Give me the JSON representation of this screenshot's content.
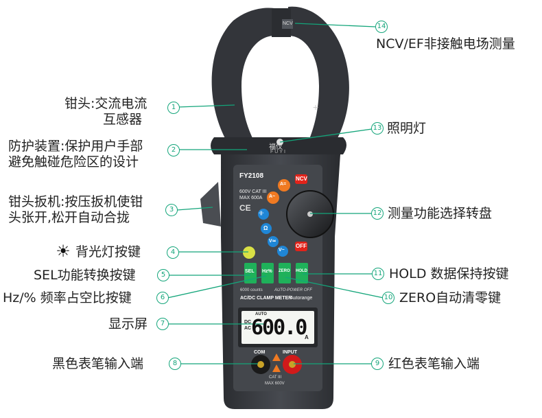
{
  "labels": [
    {
      "n": "1",
      "lines": [
        "钳头:交流电流",
        "互感器"
      ]
    },
    {
      "n": "2",
      "lines": [
        "防护装置:保护用户手部",
        "避免触碰危险区的设计"
      ]
    },
    {
      "n": "3",
      "lines": [
        "钳头扳机:按压扳机使钳",
        "头张开,松开自动合拢"
      ]
    },
    {
      "n": "4",
      "lines": [
        "背光灯按键"
      ]
    },
    {
      "n": "5",
      "lines": [
        "SEL功能转换按键"
      ]
    },
    {
      "n": "6",
      "lines": [
        "Hz/% 频率占空比按键"
      ]
    },
    {
      "n": "7",
      "lines": [
        "显示屏"
      ]
    },
    {
      "n": "8",
      "lines": [
        "黑色表笔输入端"
      ]
    },
    {
      "n": "9",
      "lines": [
        "红色表笔输入端"
      ]
    },
    {
      "n": "10",
      "lines": [
        "ZERO自动清零键"
      ]
    },
    {
      "n": "11",
      "lines": [
        "HOLD 数据保持按键"
      ]
    },
    {
      "n": "12",
      "lines": [
        "测量功能选择转盘"
      ]
    },
    {
      "n": "13",
      "lines": [
        "照明灯"
      ]
    },
    {
      "n": "14",
      "lines": [
        "NCV/EF非接触电场测量"
      ]
    }
  ],
  "device": {
    "brand_cn": "福仪",
    "brand_en": "FUYI",
    "model": "FY2108",
    "rating_1": "600V CAT III",
    "rating_2": "MAX 600A",
    "ce": "CE",
    "ncv": "NCV",
    "off": "OFF",
    "dial": [
      "A~",
      "A=",
      "-||-",
      "Ω",
      "V≃",
      "V~"
    ],
    "buttons": [
      "SEL",
      "Hz%",
      "ZERO",
      "HOLD"
    ],
    "counts": "6000 counts",
    "auto_off": "AUTO-POWER OFF",
    "title": "AC/DC CLAMP METER",
    "autorange": "Autorange",
    "lcd_value": "600.0",
    "lcd_unit": "A",
    "lcd_auto": "AUTO",
    "lcd_mode_1": "DC",
    "lcd_mode_2": "AC",
    "com": "COM",
    "input": "INPUT",
    "bottom_rating_1": "CAT III",
    "bottom_rating_2": "MAX 600V",
    "jaw_plus": "+"
  },
  "colors": {
    "accent": "#13a57a",
    "body": "#3a3d41",
    "button": "#1fb15a",
    "ncv": "#e2231a",
    "dial_orange": "#f07a22",
    "dial_blue": "#1f86d6"
  }
}
